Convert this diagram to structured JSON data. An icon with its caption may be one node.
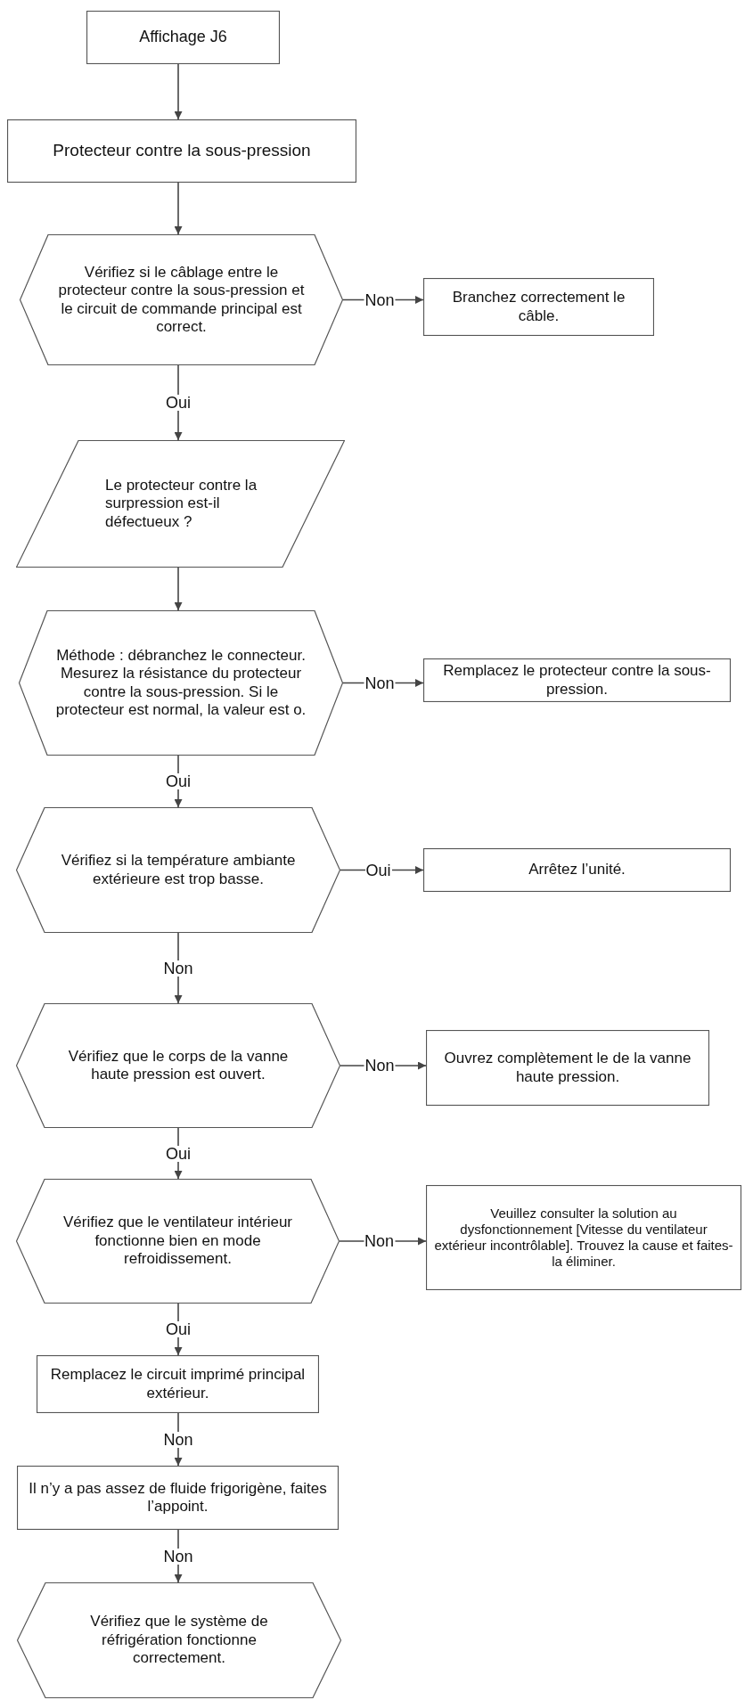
{
  "diagram": {
    "nodes": [
      {
        "text": [
          "Affichage J6"
        ]
      },
      {
        "text": [
          "Protecteur contre la sous-pression"
        ]
      },
      {
        "text": [
          "Vérifiez si le câblage entre le protecteur contre la sous-pression et le circuit de commande principal est correct."
        ]
      },
      {
        "text": [
          "Branchez correctement le câble."
        ]
      },
      {
        "text": [
          "Le protecteur contre la surpression est-il défectueux ?"
        ]
      },
      {
        "text": [
          "Méthode : débranchez le connecteur. Mesurez la résistance du protecteur contre la sous-pression. Si le protecteur est normal, la valeur est o."
        ]
      },
      {
        "text": [
          "Remplacez le protecteur contre la sous-pression."
        ]
      },
      {
        "text": [
          "Vérifiez si la température ambiante extérieure est trop basse."
        ]
      },
      {
        "text": [
          "Arrêtez l’unité."
        ]
      },
      {
        "text": [
          "Vérifiez que le corps de la vanne haute pression est ouvert."
        ]
      },
      {
        "text": [
          "Ouvrez complètement le de la vanne haute pression."
        ]
      },
      {
        "text": [
          "Vérifiez que le ventilateur intérieur fonctionne bien en mode refroidissement."
        ]
      },
      {
        "text": [
          "Veuillez consulter la solution au dysfonctionnement [Vitesse du ventilateur extérieur incontrôlable]. Trouvez la cause et faites-la éliminer."
        ]
      },
      {
        "text": [
          "Remplacez le circuit imprimé principal extérieur."
        ]
      },
      {
        "text": [
          "Il n’y a pas assez de fluide frigorigène, faites l’appoint."
        ]
      },
      {
        "text": [
          "Vérifiez que le système de réfrigération fonctionne correctement."
        ]
      }
    ],
    "edges": [
      {
        "from": 0,
        "to": 1,
        "arrow": "to"
      },
      {
        "from": 1,
        "to": 2,
        "arrow": "to"
      },
      {
        "from": 2,
        "to": 3,
        "arrow": "to",
        "label": "Non"
      },
      {
        "from": 2,
        "to": 4,
        "arrow": "to",
        "label": "Oui"
      },
      {
        "from": 4,
        "to": 5,
        "arrow": "to"
      },
      {
        "from": 5,
        "to": 6,
        "arrow": "to",
        "label": "Non"
      },
      {
        "from": 5,
        "to": 7,
        "arrow": "to",
        "label": "Oui"
      },
      {
        "from": 7,
        "to": 8,
        "arrow": "to",
        "label": "Oui"
      },
      {
        "from": 7,
        "to": 9,
        "arrow": "to",
        "label": "Non"
      },
      {
        "from": 9,
        "to": 10,
        "arrow": "to",
        "label": "Non"
      },
      {
        "from": 9,
        "to": 11,
        "arrow": "to",
        "label": "Oui"
      },
      {
        "from": 11,
        "to": 12,
        "arrow": "to",
        "label": "Non"
      },
      {
        "from": 11,
        "to": 13,
        "arrow": "to",
        "label": "Oui"
      },
      {
        "from": 13,
        "to": 14,
        "arrow": "to",
        "label": "Non"
      },
      {
        "from": 14,
        "to": 15,
        "arrow": "to",
        "label": "Non"
      }
    ]
  }
}
